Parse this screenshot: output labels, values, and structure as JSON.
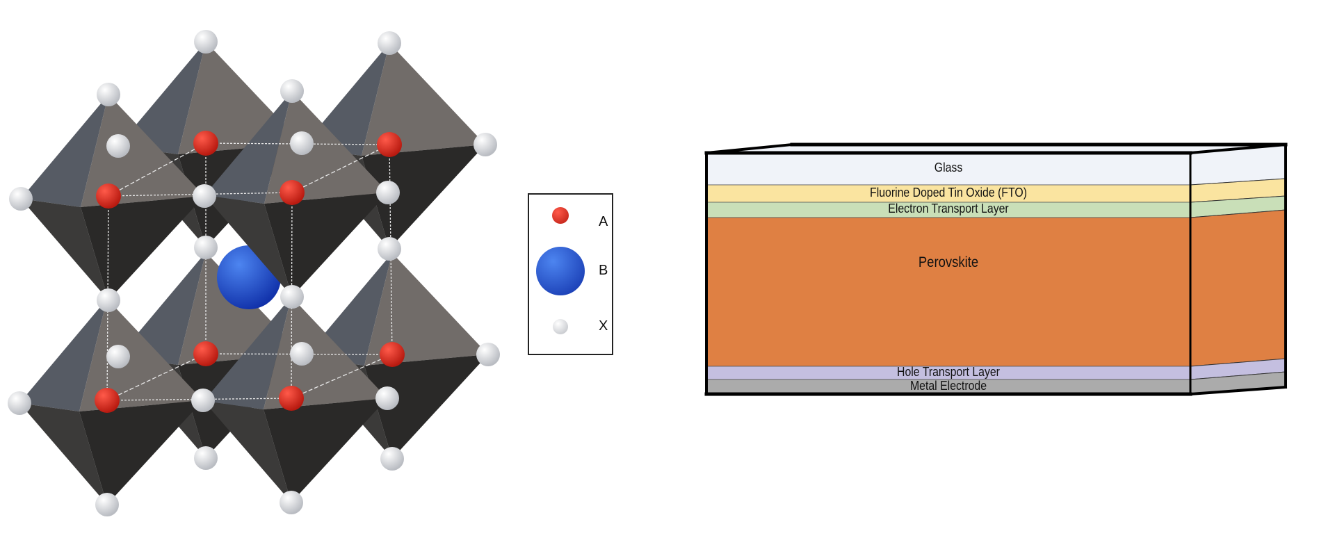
{
  "legend": {
    "items": [
      {
        "label": "A",
        "color": "#e0261c"
      },
      {
        "label": "B",
        "color": "#1f55d8"
      },
      {
        "label": "X",
        "color": "#e4e6ea"
      }
    ]
  },
  "crystal": {
    "octahedron_colors": {
      "upper_left": "#565b64",
      "upper_right": "#716c69",
      "lower_left": "#3b3a39",
      "lower_right": "#2a2928"
    },
    "a_site_color": "#e0261c",
    "b_site_color": "#1f55d8",
    "x_site_color": "#e4e6ea"
  },
  "device": {
    "layers": [
      {
        "label": "Glass",
        "color": "#f0f3f9"
      },
      {
        "label": "Fluorine Doped Tin Oxide (FTO)",
        "color": "#fae4a0"
      },
      {
        "label": "Electron Transport Layer",
        "color": "#c9dfb8"
      },
      {
        "label": "Perovskite",
        "color": "#df8043"
      },
      {
        "label": "Hole Transport Layer",
        "color": "#c4bfe0"
      },
      {
        "label": "Metal Electrode",
        "color": "#ababab"
      }
    ]
  }
}
